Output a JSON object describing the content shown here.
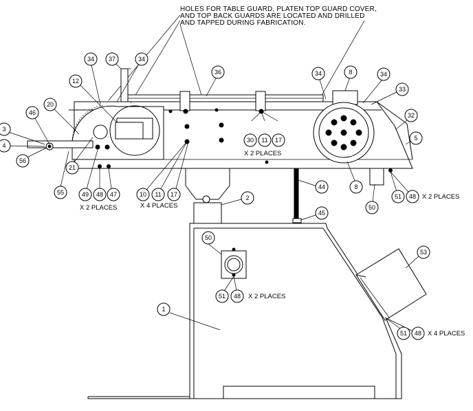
{
  "note": {
    "lines": [
      "HOLES FOR TABLE GUARD, PLATEN TOP GUARD COVER,",
      "AND TOP BACK GUARDS ARE LOCATED AND DRILLED",
      "AND TAPPED DURING FABRICATION."
    ]
  },
  "balloons": {
    "b34a": "34",
    "b37": "37",
    "b34b": "34",
    "b36": "36",
    "b34c": "34",
    "b8a": "8",
    "b34d": "34",
    "b33": "33",
    "b12": "12",
    "b20": "20",
    "b46": "46",
    "b3": "3",
    "b4": "4",
    "b56": "56",
    "b21": "21",
    "b55": "55",
    "b49": "49",
    "b48a": "48",
    "b47": "47",
    "b10": "10",
    "b11a": "11",
    "b17a": "17",
    "b30": "30",
    "b11b": "11",
    "b17b": "17",
    "b32": "32",
    "b5": "5",
    "b8b": "8",
    "b44": "44",
    "b2": "2",
    "b45": "45",
    "b50a": "50",
    "b51a": "51",
    "b48b": "48",
    "b50b": "50",
    "b51b": "51",
    "b48c": "48",
    "b53": "53",
    "b1": "1",
    "b51c": "51",
    "b48d": "48"
  },
  "qty_labels": {
    "x2_left": "X 2 PLACES",
    "x4_mid": "X 4 PLACES",
    "x2_center": "X 2 PLACES",
    "x2_right": "X 2 PLACES",
    "x2_panel": "X 2 PLACES",
    "x4_right": "X 4 PLACES"
  }
}
